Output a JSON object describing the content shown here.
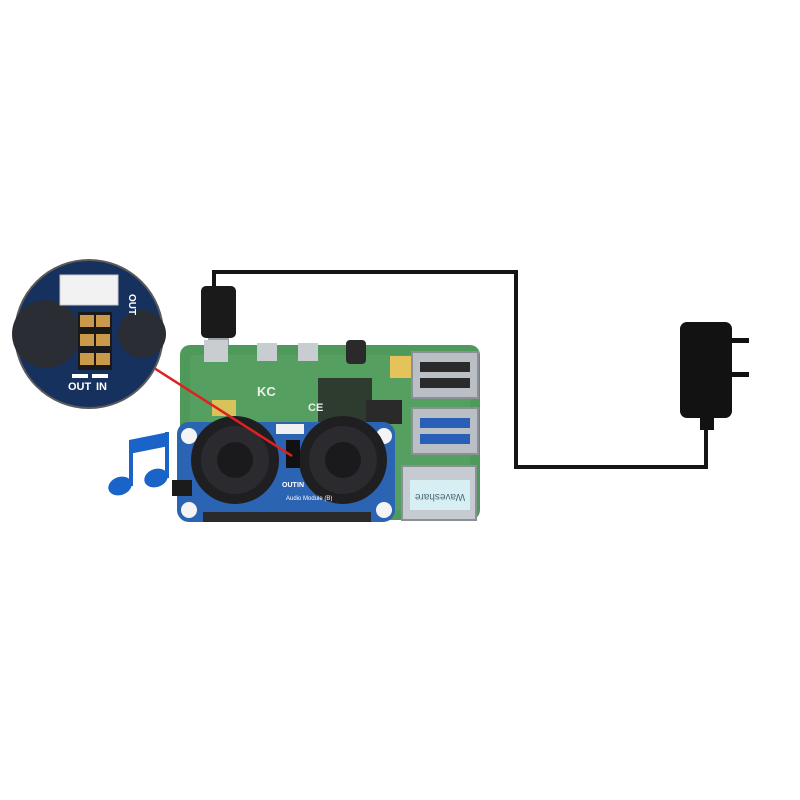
{
  "zoom_callout": {
    "out_label": "OUT",
    "in_label": "IN",
    "connector_label": "OUT"
  },
  "audio_module": {
    "out_label": "OUT",
    "in_label": "IN",
    "module_name": "Audio Module (B)"
  },
  "raspberry_pi": {
    "brand_text": "Waveshare"
  },
  "colors": {
    "pi_board": "#4f9a5a",
    "audio_hat": "#2c64b4",
    "cable": "#111111",
    "note": "#1a63c8",
    "pointer": "#e02020"
  },
  "icons": [
    "music-note-icon",
    "power-adapter-icon",
    "lightning-icon"
  ]
}
